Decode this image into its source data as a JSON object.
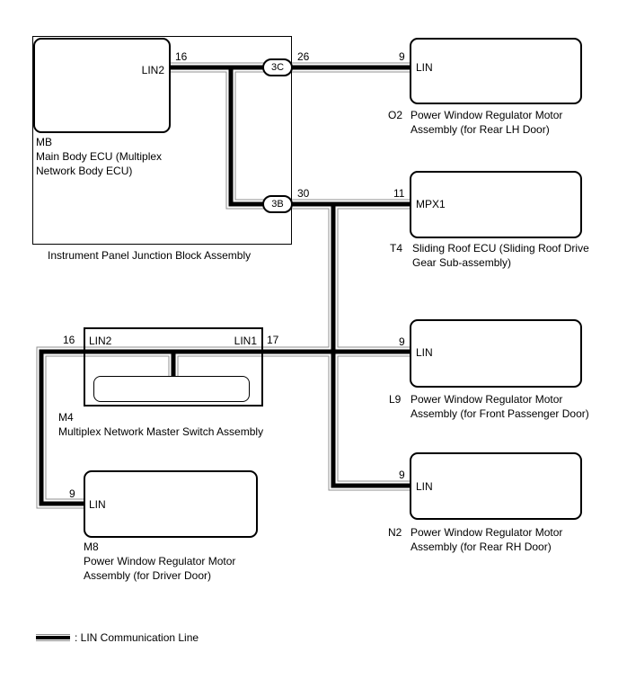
{
  "junction_block": {
    "caption": "Instrument Panel Junction Block Assembly",
    "connector_3c": {
      "label": "3C",
      "pin_out": "26"
    },
    "connector_3b": {
      "label": "3B",
      "pin_out": "30"
    }
  },
  "nodes": {
    "mb": {
      "code": "MB",
      "name": "Main Body ECU (Multiplex Network Body ECU)",
      "port": "LIN2",
      "pin": "16"
    },
    "o2": {
      "code": "O2",
      "name": "Power Window Regulator Motor Assembly (for Rear LH Door)",
      "port": "LIN",
      "pin": "9"
    },
    "t4": {
      "code": "T4",
      "name": "Sliding Roof ECU (Sliding Roof Drive Gear Sub-assembly)",
      "port": "MPX1",
      "pin": "11"
    },
    "l9": {
      "code": "L9",
      "name": "Power Window Regulator Motor Assembly (for Front Passenger Door)",
      "port": "LIN",
      "pin": "9"
    },
    "n2": {
      "code": "N2",
      "name": "Power Window Regulator Motor Assembly (for Rear RH Door)",
      "port": "LIN",
      "pin": "9"
    },
    "m4": {
      "code": "M4",
      "name": "Multiplex Network Master Switch Assembly",
      "port_left": "LIN2",
      "port_right": "LIN1",
      "pin_left": "16",
      "pin_right": "17"
    },
    "m8": {
      "code": "M8",
      "name": "Power Window Regulator Motor Assembly (for Driver Door)",
      "port": "LIN",
      "pin": "9"
    }
  },
  "legend": {
    "label": ": LIN Communication Line"
  },
  "colors": {
    "wire_core": "#000000",
    "wire_outline": "#8f8f8f",
    "background": "#ffffff"
  }
}
